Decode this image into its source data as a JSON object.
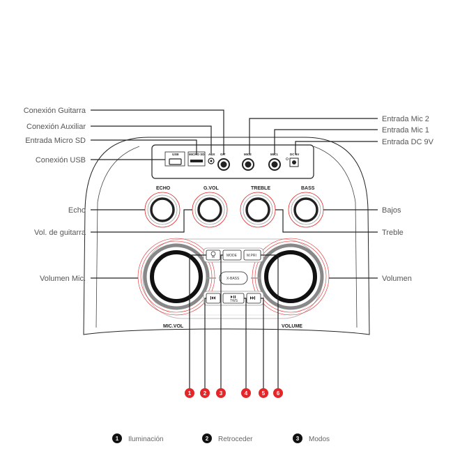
{
  "colors": {
    "accent": "#e52628",
    "line": "#222222",
    "label": "#555555"
  },
  "callouts": {
    "conexion_guitarra": "Conexión Guitarra",
    "conexion_auxiliar": "Conexión Auxiliar",
    "entrada_micro_sd": "Entrada Micro SD",
    "conexion_usb": "Conexión USB",
    "entrada_mic2": "Entrada Mic 2",
    "entrada_mic1": "Entrada Mic 1",
    "entrada_dc": "Entrada DC 9V",
    "echo": "Echo",
    "vol_guitarra": "Vol. de guitarra",
    "volumen_mic": "Volumen Mic.",
    "bajos": "Bajos",
    "treble": "Treble",
    "volumen": "Volumen"
  },
  "panel_labels": {
    "usb": "USB",
    "micro_sd": "MICRO SD",
    "aux": "AUX",
    "git": "GIT",
    "mic2": "MIC2",
    "mic1": "MIC1",
    "dc": "DC 9V"
  },
  "knob_labels": {
    "echo": "ECHO",
    "gvol": "G.VOL",
    "treble": "TREBLE",
    "bass": "BASS",
    "mic_vol": "MIC.VOL",
    "volume": "VOLUME"
  },
  "buttons": {
    "mode": "MODE",
    "mpri": "M.PRI",
    "xbass": "X-BASS",
    "tws": "TWS",
    "prev_icon": "previous-track-icon",
    "play_icon": "play-pause-icon",
    "next_icon": "next-track-icon",
    "light_icon": "lightbulb-icon"
  },
  "markers": [
    "1",
    "2",
    "3",
    "4",
    "5",
    "6"
  ],
  "legend": [
    {
      "num": "1",
      "label": "Iluminación"
    },
    {
      "num": "2",
      "label": "Retroceder"
    },
    {
      "num": "3",
      "label": "Modos"
    }
  ]
}
